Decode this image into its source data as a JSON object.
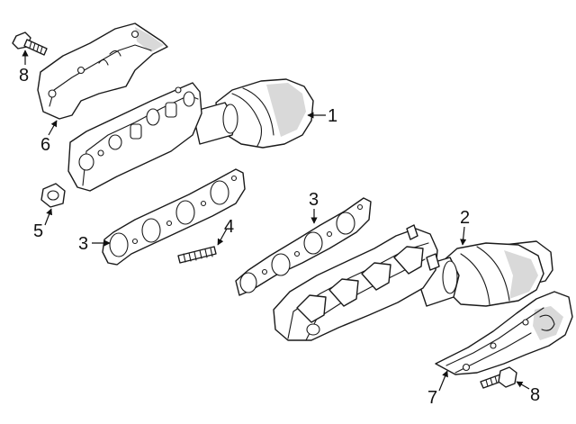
{
  "callouts": {
    "c1": "1",
    "c2": "2",
    "c3a": "3",
    "c3b": "3",
    "c4": "4",
    "c5": "5",
    "c6": "6",
    "c7": "7",
    "c8a": "8",
    "c8b": "8"
  }
}
